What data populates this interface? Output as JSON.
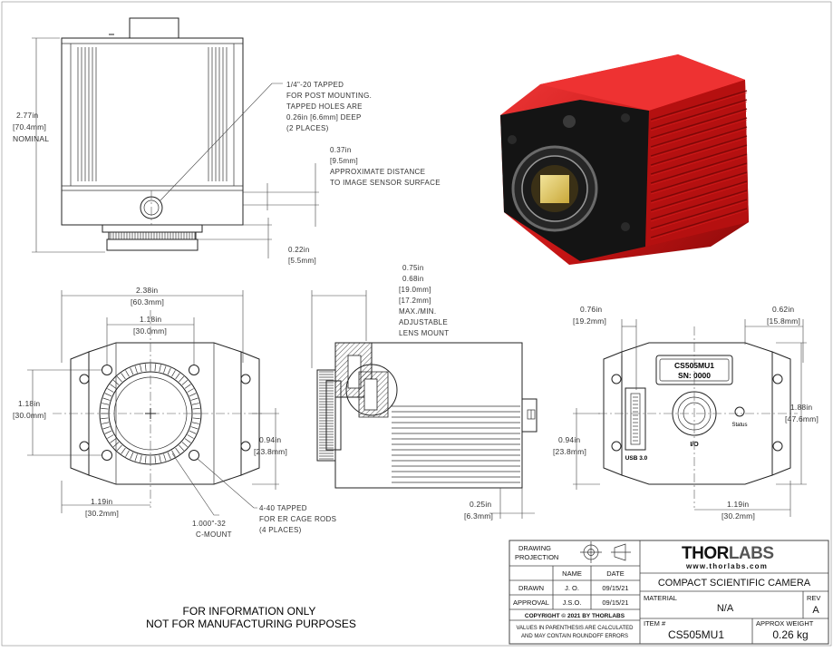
{
  "views": {
    "top": {
      "height_dim": [
        "2.77in",
        "[70.4mm]",
        "NOMINAL"
      ],
      "tapped_note": [
        "1/4\"-20 TAPPED",
        "FOR POST MOUNTING.",
        "TAPPED HOLES ARE",
        "0.26in [6.6mm] DEEP",
        "(2 PLACES)"
      ],
      "sensor_dim": [
        "0.37in",
        "[9.5mm]",
        "APPROXIMATE DISTANCE",
        "TO IMAGE SENSOR SURFACE"
      ],
      "mount_dim": [
        "0.22in",
        "[5.5mm]"
      ]
    },
    "front": {
      "width_dim": [
        "2.38in",
        "[60.3mm]"
      ],
      "inner_dim": [
        "1.18in",
        "[30.0mm]"
      ],
      "height_dim": [
        "1.18in",
        "[30.0mm]"
      ],
      "center_dim": [
        "0.94in",
        "[23.8mm]"
      ],
      "offset_dim": [
        "1.19in",
        "[30.2mm]"
      ],
      "cmount_note": [
        "1.000\"-32",
        "C-MOUNT"
      ],
      "rods_note": [
        "4-40 TAPPED",
        "FOR ER CAGE RODS",
        "(4 PLACES)"
      ]
    },
    "side": {
      "lens_dim": [
        "0.75in",
        "0.68in",
        "[19.0mm]",
        "[17.2mm]",
        "MAX./MIN.",
        "ADJUSTABLE",
        "LENS MOUNT"
      ]
    },
    "back": {
      "left_dim": [
        "0.76in",
        "[19.2mm]"
      ],
      "right_dim": [
        "0.62in",
        "[15.8mm]"
      ],
      "height_dim": [
        "1.88in",
        "[47.6mm]"
      ],
      "center_dim": [
        "0.94in",
        "[23.8mm]"
      ],
      "bottom_dim": [
        "0.25in",
        "[6.3mm]"
      ],
      "offset_dim": [
        "1.19in",
        "[30.2mm]"
      ],
      "label_model": "CS505MU1",
      "label_sn": "SN: 0000",
      "usb_label": "USB 3.0",
      "io_label": "I/O",
      "status_label": "Status"
    }
  },
  "disclaimer": [
    "FOR INFORMATION ONLY",
    "NOT FOR MANUFACTURING PURPOSES"
  ],
  "title_block": {
    "drawing_projection": [
      "DRAWING",
      "PROJECTION"
    ],
    "col_name": "NAME",
    "col_date": "DATE",
    "drawn_label": "DRAWN",
    "drawn_name": "J. O.",
    "drawn_date": "09/15/21",
    "approval_label": "APPROVAL",
    "approval_name": "J.S.O.",
    "approval_date": "09/15/21",
    "copyright": "COPYRIGHT © 2021 BY THORLABS",
    "roundoff": [
      "VALUES IN PARENTHESIS ARE CALCULATED",
      "AND MAY CONTAIN ROUNDOFF ERRORS"
    ],
    "logo_part1": "THOR",
    "logo_part2": "LABS",
    "website": "www.thorlabs.com",
    "title": "COMPACT SCIENTIFIC CAMERA",
    "material_label": "MATERIAL",
    "material_value": "N/A",
    "rev_label": "REV",
    "rev_value": "A",
    "item_label": "ITEM #",
    "item_value": "CS505MU1",
    "weight_label": "APPROX WEIGHT",
    "weight_value": "0.26 kg"
  },
  "colors": {
    "housing_red": "#d81e1e",
    "logo_gray": "#555555",
    "line": "#222222"
  }
}
